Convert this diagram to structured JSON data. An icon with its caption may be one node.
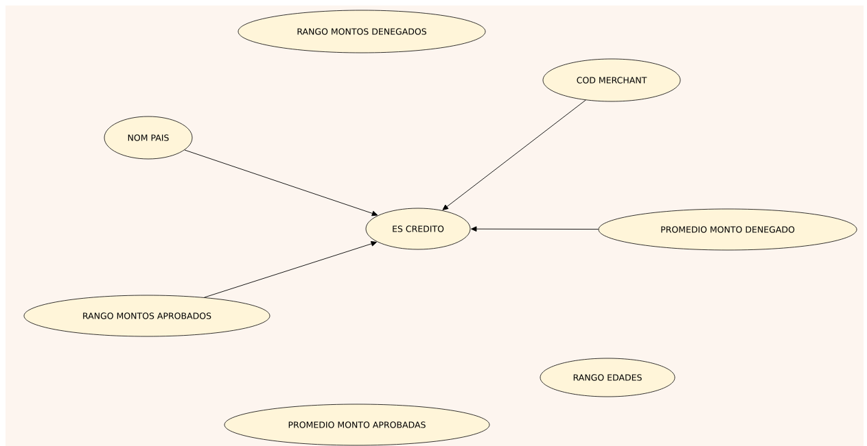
{
  "diagram": {
    "nodes": [
      {
        "text": [
          "RANGO MONTOS DENEGADOS"
        ]
      },
      {
        "text": [
          "COD MERCHANT"
        ]
      },
      {
        "text": [
          "NOM PAIS"
        ]
      },
      {
        "text": [
          "ES CREDITO"
        ]
      },
      {
        "text": [
          "PROMEDIO MONTO DENEGADO"
        ]
      },
      {
        "text": [
          "RANGO MONTOS APROBADOS"
        ]
      },
      {
        "text": [
          "RANGO EDADES"
        ]
      },
      {
        "text": [
          "PROMEDIO MONTO APROBADAS"
        ]
      }
    ],
    "edges": [
      {
        "from": 2,
        "to": 3,
        "arrow": "to"
      },
      {
        "from": 1,
        "to": 3,
        "arrow": "to"
      },
      {
        "from": 4,
        "to": 3,
        "arrow": "to"
      },
      {
        "from": 5,
        "to": 3,
        "arrow": "to"
      }
    ]
  }
}
